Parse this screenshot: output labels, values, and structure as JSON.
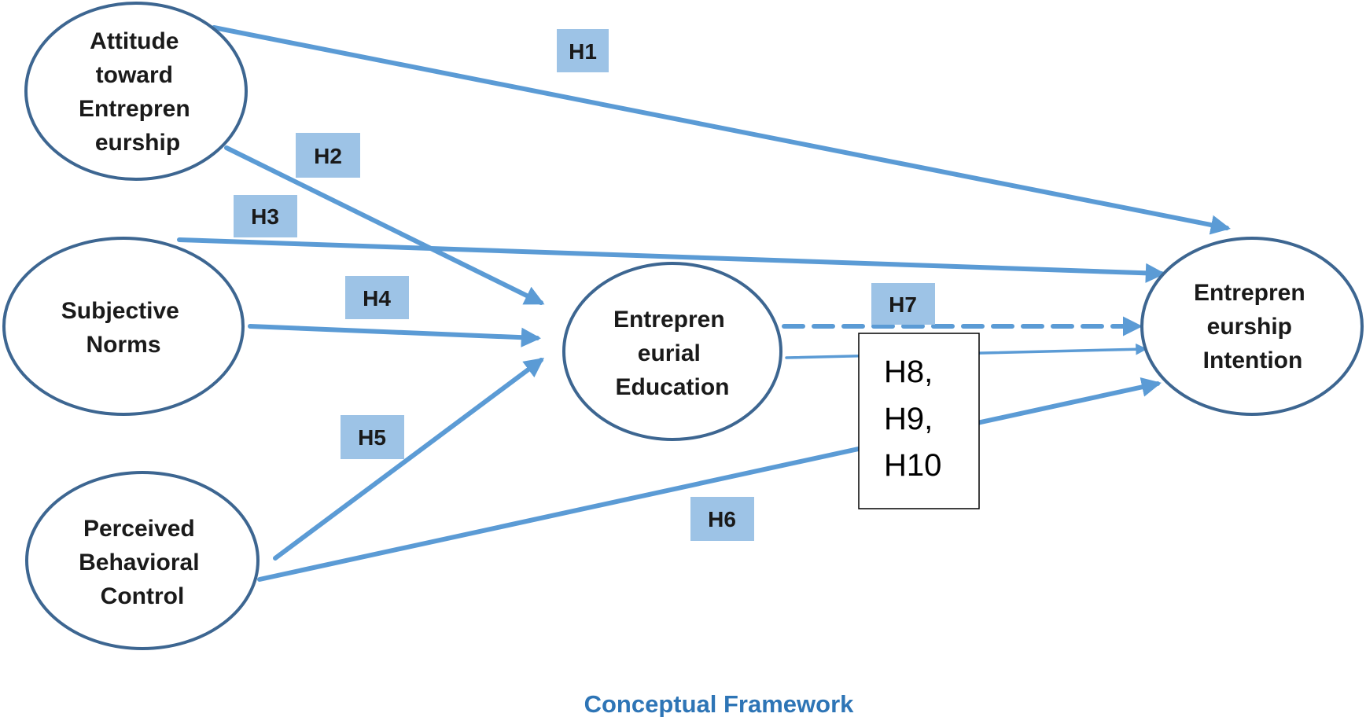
{
  "colors": {
    "arrow": "#5b9bd5",
    "ellipse_stroke": "#3d6691",
    "label_fill": "#9dc3e6",
    "caption": "#2e75b6"
  },
  "nodes": {
    "attitude": {
      "lines": [
        "Attitude",
        "toward",
        "Entrepren",
        "eurship"
      ]
    },
    "subjective_norms": {
      "lines": [
        "Subjective",
        "Norms"
      ]
    },
    "perceived_control": {
      "lines": [
        "Perceived",
        "Behavioral",
        "Control"
      ]
    },
    "education": {
      "lines": [
        "Entrepren",
        "eurial",
        "Education"
      ]
    },
    "intention": {
      "lines": [
        "Entrepren",
        "eurship",
        "Intention"
      ]
    }
  },
  "hypotheses": {
    "h1": "H1",
    "h2": "H2",
    "h3": "H3",
    "h4": "H4",
    "h5": "H5",
    "h6": "H6",
    "h7": "H7"
  },
  "mediation_box": {
    "lines": [
      "H8,",
      "H9,",
      "H10"
    ]
  },
  "caption": "Conceptual Framework"
}
